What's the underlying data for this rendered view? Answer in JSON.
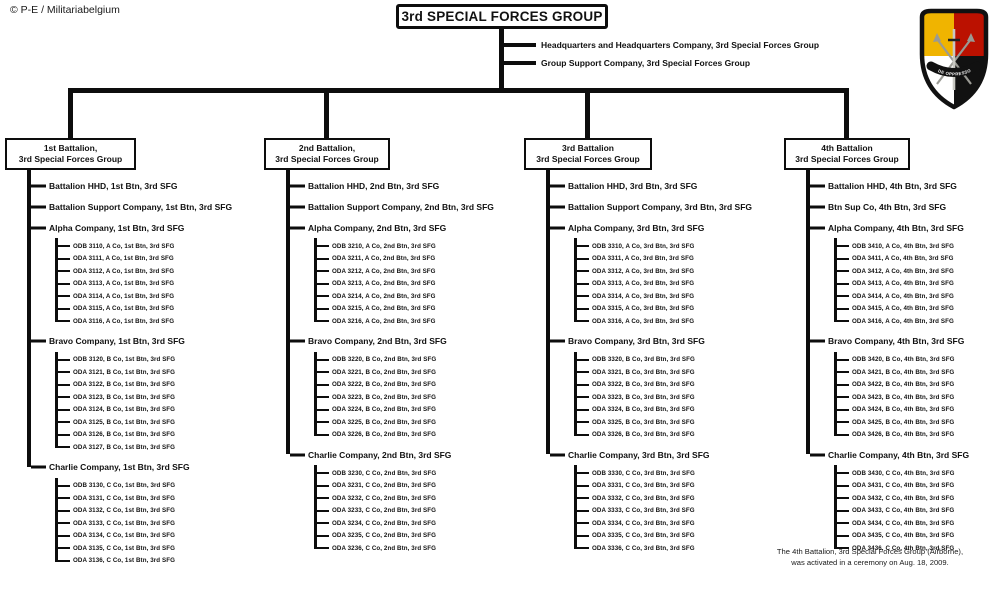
{
  "copyright": "© P-E / Militariabelgium",
  "title": "3rd SPECIAL FORCES GROUP",
  "group_units": [
    "Headquarters and Headquarters Company,  3rd Special Forces Group",
    "Group Support Company,  3rd Special Forces Group"
  ],
  "insignia": {
    "name": "3rd Special Forces Group beret flash",
    "motto": "DE OPPRESSO LIBER",
    "colors": {
      "top_left": "#f0b400",
      "top_right": "#bb1100",
      "bottom_left": "#ffffff",
      "bottom_right": "#111111",
      "border": "#111111"
    }
  },
  "footnote": [
    "The 4th Battalion, 3rd Special Forces Group (Airborne),",
    "was activated in a ceremony on Aug. 18, 2009."
  ],
  "battalions": [
    {
      "box_line1": "1st Battalion,",
      "box_line2": "3rd Special Forces Group",
      "units": [
        {
          "label": "Battalion HHD,  1st Btn, 3rd SFG"
        },
        {
          "label": "Battalion  Support Company, 1st Btn,  3rd SFG"
        },
        {
          "label": "Alpha Company, 1st Btn,  3rd SFG",
          "teams": [
            "ODB 3110, A Co, 1st Btn,  3rd SFG",
            "ODA 3111, A Co, 1st Btn,  3rd SFG",
            "ODA 3112, A Co, 1st Btn,  3rd SFG",
            "ODA 3113, A Co, 1st Btn,  3rd SFG",
            "ODA 3114, A Co, 1st Btn,  3rd SFG",
            "ODA 3115, A Co, 1st Btn,  3rd SFG",
            "ODA 3116, A Co, 1st Btn,  3rd SFG"
          ]
        },
        {
          "label": "Bravo Company, 1st Btn,  3rd SFG",
          "teams": [
            "ODB 3120, B Co, 1st Btn,  3rd SFG",
            "ODA 3121, B Co, 1st Btn,  3rd SFG",
            "ODA 3122, B Co, 1st Btn,  3rd SFG",
            "ODA 3123, B Co, 1st Btn,  3rd SFG",
            "ODA 3124, B Co, 1st Btn,  3rd SFG",
            "ODA 3125, B Co, 1st Btn,  3rd SFG",
            "ODA 3126, B Co, 1st Btn,  3rd SFG",
            "ODA 3127, B Co, 1st Btn,  3rd SFG"
          ]
        },
        {
          "label": "Charlie Company, 1st Btn,  3rd SFG",
          "teams": [
            "ODB 3130, C Co, 1st Btn,  3rd SFG",
            "ODA 3131, C Co, 1st Btn,  3rd SFG",
            "ODA 3132, C Co, 1st Btn,  3rd SFG",
            "ODA 3133, C Co, 1st Btn,  3rd SFG",
            "ODA 3134, C Co, 1st Btn,  3rd SFG",
            "ODA 3135, C Co, 1st Btn,  3rd SFG",
            "ODA 3136, C Co, 1st Btn,  3rd SFG"
          ]
        }
      ]
    },
    {
      "box_line1": "2nd Battalion,",
      "box_line2": "3rd Special Forces Group",
      "units": [
        {
          "label": "Battalion HHD,  2nd Btn, 3rd SFG"
        },
        {
          "label": "Battalion  Support Company, 2nd Btn,  3rd SFG"
        },
        {
          "label": "Alpha Company, 2nd Btn,  3rd SFG",
          "teams": [
            "ODB 3210, A Co, 2nd Btn,  3rd SFG",
            "ODA 3211, A Co, 2nd Btn,  3rd SFG",
            "ODA 3212, A Co, 2nd Btn,  3rd SFG",
            "ODA 3213, A Co, 2nd Btn,  3rd SFG",
            "ODA 3214, A Co, 2nd Btn,  3rd SFG",
            "ODA 3215, A Co, 2nd Btn,  3rd SFG",
            "ODA 3216, A Co, 2nd Btn,  3rd SFG"
          ]
        },
        {
          "label": "Bravo Company, 2nd Btn,  3rd SFG",
          "teams": [
            "ODB 3220, B Co, 2nd Btn,  3rd SFG",
            "ODA 3221, B Co, 2nd Btn,  3rd SFG",
            "ODA 3222, B Co, 2nd Btn,  3rd SFG",
            "ODA 3223, B Co, 2nd Btn,  3rd SFG",
            "ODA 3224, B Co, 2nd Btn,  3rd SFG",
            "ODA 3225, B Co, 2nd Btn,  3rd SFG",
            "ODA 3226, B Co, 2nd Btn,  3rd SFG"
          ]
        },
        {
          "label": "Charlie Company, 2nd Btn, 3rd SFG",
          "teams": [
            "ODB 3230, C Co, 2nd Btn,  3rd SFG",
            "ODA 3231, C Co, 2nd Btn,  3rd SFG",
            "ODA 3232, C Co, 2nd Btn,  3rd SFG",
            "ODA 3233, C Co, 2nd Btn,  3rd SFG",
            "ODA 3234, C Co, 2nd Btn,  3rd SFG",
            "ODA 3235, C Co, 2nd Btn,  3rd SFG",
            "ODA 3236, C Co, 2nd Btn,  3rd SFG"
          ]
        }
      ]
    },
    {
      "box_line1": "3rd Battalion",
      "box_line2": "3rd Special Forces Group",
      "units": [
        {
          "label": "Battalion HHD,  3rd Btn, 3rd SFG"
        },
        {
          "label": "Battalion  Support Company, 3rd Btn,  3rd SFG"
        },
        {
          "label": "Alpha Company, 3rd Btn,  3rd SFG",
          "teams": [
            "ODB 3310, A Co, 3rd Btn,  3rd SFG",
            "ODA 3311, A Co, 3rd Btn,  3rd SFG",
            "ODA 3312, A Co, 3rd Btn,  3rd SFG",
            "ODA 3313, A Co, 3rd Btn,  3rd SFG",
            "ODA 3314, A Co, 3rd Btn,  3rd SFG",
            "ODA 3315, A Co, 3rd Btn,  3rd SFG",
            "ODA 3316, A Co, 3rd Btn,  3rd SFG"
          ]
        },
        {
          "label": "Bravo Company, 3rd Btn,  3rd SFG",
          "teams": [
            "ODB 3320, B Co, 3rd Btn,  3rd SFG",
            "ODA 3321, B Co, 3rd Btn,  3rd SFG",
            "ODA 3322, B Co, 3rd Btn,  3rd SFG",
            "ODA 3323, B Co, 3rd Btn,  3rd SFG",
            "ODA 3324, B Co, 3rd Btn,  3rd SFG",
            "ODA 3325, B Co, 3rd Btn,  3rd SFG",
            "ODA 3326, B Co, 3rd Btn,  3rd SFG"
          ]
        },
        {
          "label": "Charlie Company, 3rd Btn,  3rd SFG",
          "teams": [
            "ODB 3330, C Co, 3rd Btn,  3rd SFG",
            "ODA 3331, C Co, 3rd Btn,  3rd SFG",
            "ODA 3332, C Co, 3rd Btn,  3rd SFG",
            "ODA 3333, C Co, 3rd Btn,  3rd SFG",
            "ODA 3334, C Co, 3rd Btn,  3rd SFG",
            "ODA 3335, C Co, 3rd Btn,  3rd SFG",
            "ODA 3336, C Co, 3rd Btn,  3rd SFG"
          ]
        }
      ]
    },
    {
      "box_line1": "4th Battalion",
      "box_line2": "3rd Special Forces Group",
      "units": [
        {
          "label": "Battalion HHD,  4th Btn, 3rd SFG"
        },
        {
          "label": "Btn  Sup Co, 4th Btn,  3rd SFG"
        },
        {
          "label": "Alpha Company, 4th Btn,  3rd SFG",
          "teams": [
            "ODB 3410, A Co, 4th Btn,  3rd SFG",
            "ODA 3411, A Co, 4th Btn,  3rd SFG",
            "ODA 3412, A Co, 4th Btn,  3rd SFG",
            "ODA 3413, A Co, 4th Btn,  3rd SFG",
            "ODA 3414, A Co, 4th Btn,  3rd SFG",
            "ODA 3415, A Co, 4th Btn,  3rd SFG",
            "ODA 3416, A Co, 4th Btn,  3rd SFG"
          ]
        },
        {
          "label": "Bravo Company, 4th Btn,  3rd SFG",
          "teams": [
            "ODB 3420, B Co, 4th Btn,  3rd SFG",
            "ODA 3421, B Co, 4th Btn,  3rd SFG",
            "ODA 3422, B Co, 4th Btn,  3rd SFG",
            "ODA 3423, B Co, 4th Btn,  3rd SFG",
            "ODA 3424, B Co, 4th Btn,  3rd SFG",
            "ODA 3425, B Co, 4th Btn,  3rd SFG",
            "ODA 3426, B Co, 4th Btn,  3rd SFG"
          ]
        },
        {
          "label": "Charlie Company, 4th Btn,  3rd SFG",
          "teams": [
            "ODB 3430, C Co, 4th Btn,  3rd SFG",
            "ODA 3431, C Co, 4th Btn,  3rd SFG",
            "ODA 3432, C Co, 4th Btn,  3rd SFG",
            "ODA 3433, C Co, 4th Btn,  3rd SFG",
            "ODA 3434, C Co, 4th Btn,  3rd SFG",
            "ODA 3435, C Co, 4th Btn,  3rd SFG",
            "ODA 3436, C Co, 4th Btn,  3rd SFG"
          ]
        }
      ]
    }
  ]
}
